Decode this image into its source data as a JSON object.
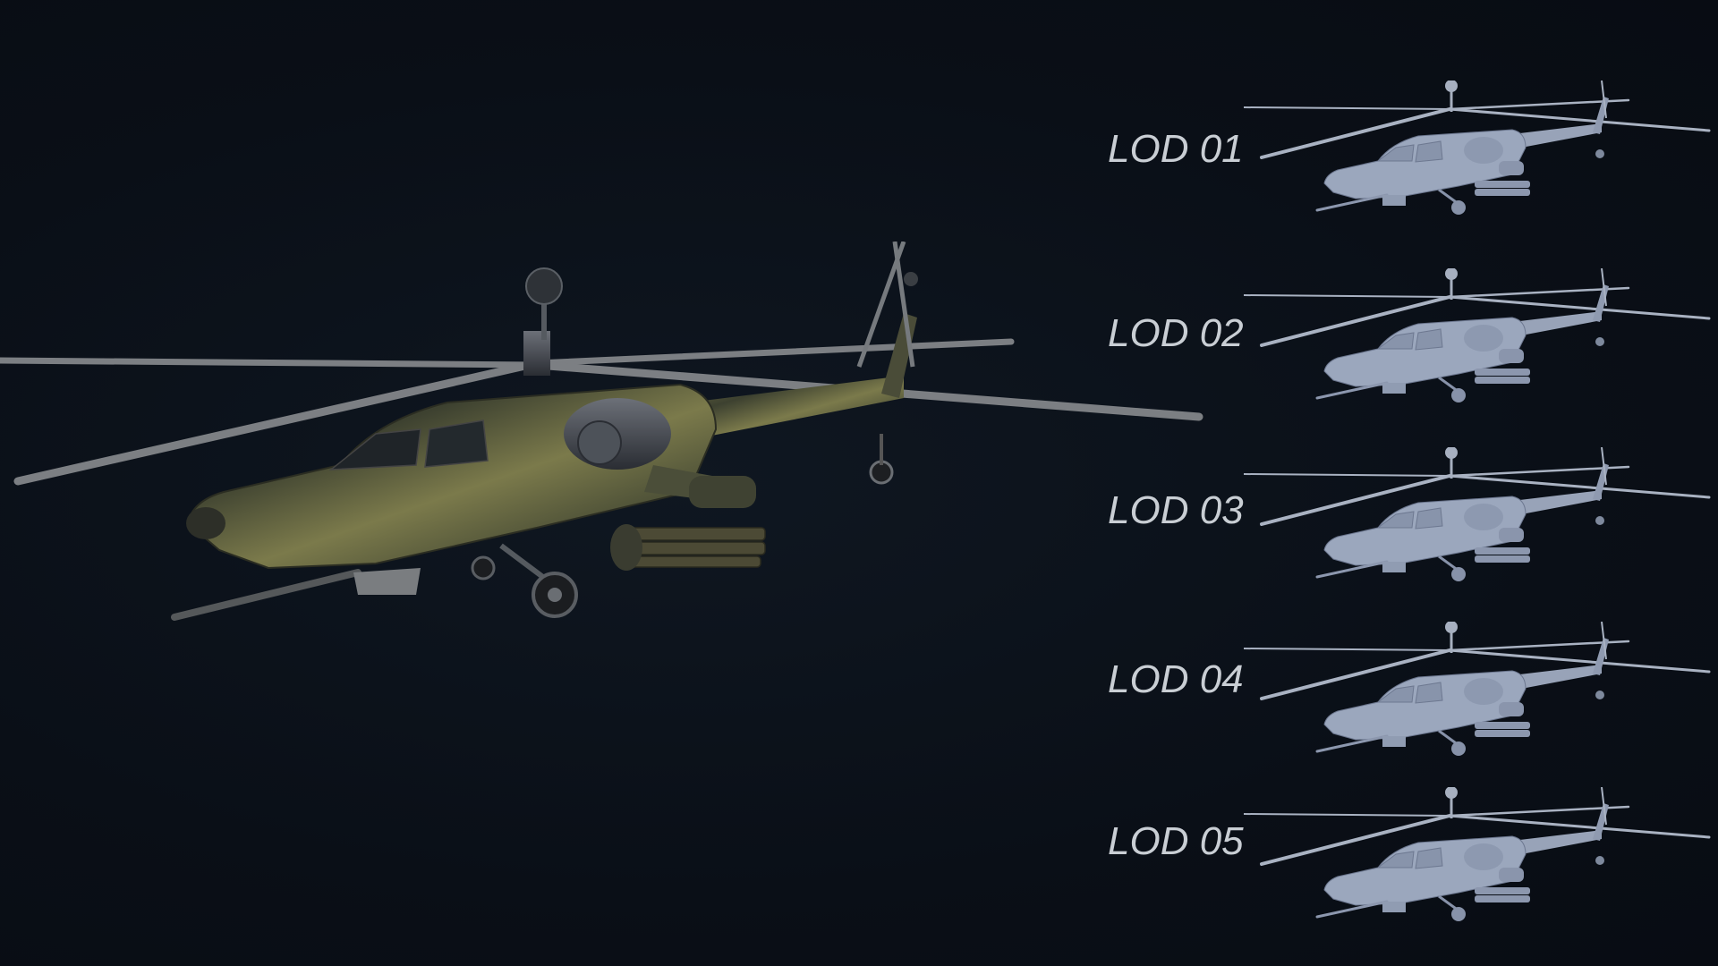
{
  "lods": [
    {
      "label": "LOD 01",
      "model_icon": "helicopter-lod-01-wireframe"
    },
    {
      "label": "LOD 02",
      "model_icon": "helicopter-lod-02-wireframe"
    },
    {
      "label": "LOD 03",
      "model_icon": "helicopter-lod-03-wireframe"
    },
    {
      "label": "LOD 04",
      "model_icon": "helicopter-lod-04-wireframe"
    },
    {
      "label": "LOD 05",
      "model_icon": "helicopter-lod-05-wireframe"
    }
  ],
  "hero_model_icon": "helicopter-textured-camo",
  "colors": {
    "background": "#0b1119",
    "label": "#c9ced4",
    "clay": "#9aa6bb",
    "camo_dark": "#3b3f2a",
    "camo_light": "#7a7a4a"
  }
}
